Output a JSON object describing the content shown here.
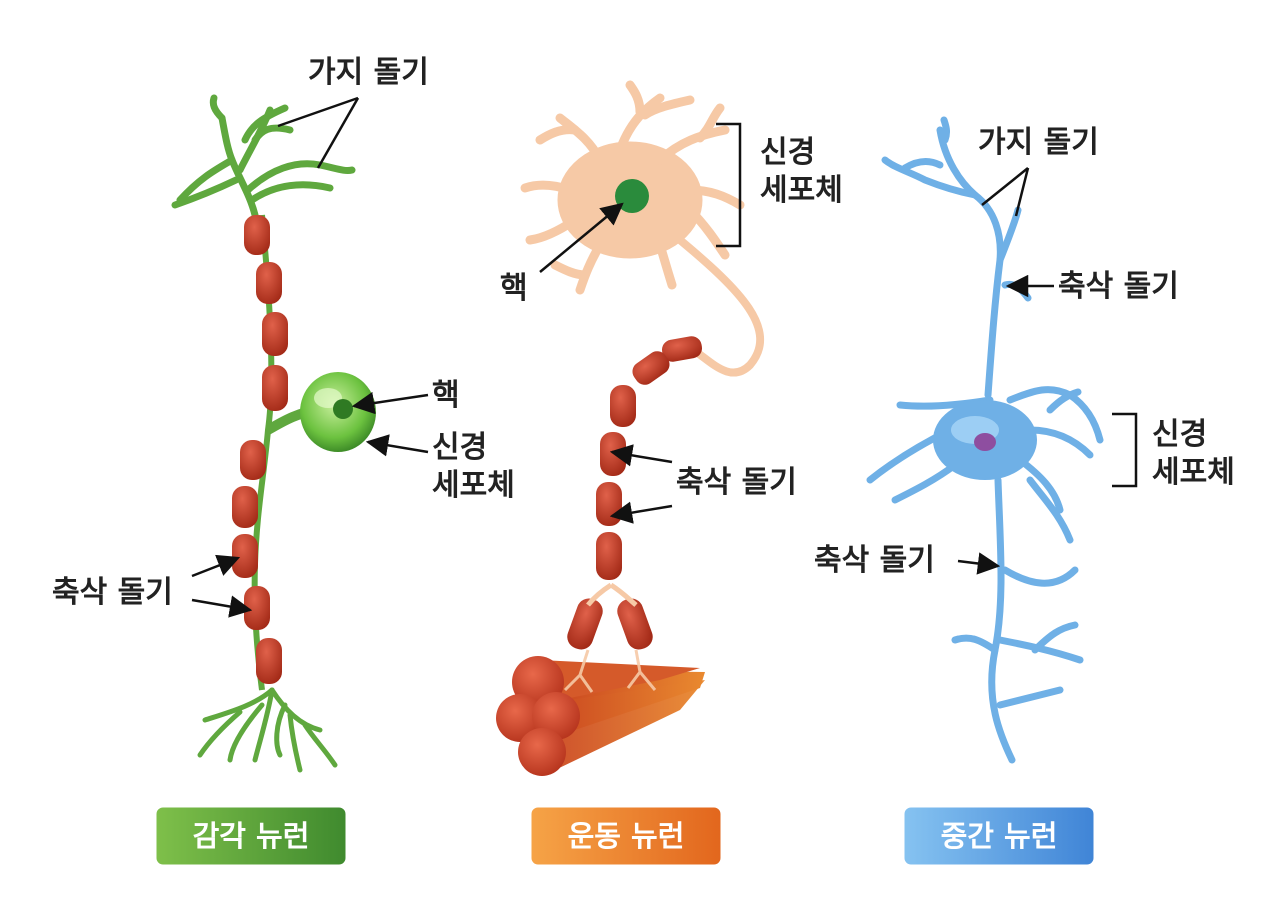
{
  "colors": {
    "sensory": "#5fa83e",
    "motor_body": "#f6c9a6",
    "myelin": "#b8351f",
    "interneuron": "#6fb0e6",
    "label_text": "#222222"
  },
  "sensory": {
    "dendrite": "가지 돌기",
    "nucleus": "핵",
    "cell_body": [
      "신경",
      "세포체"
    ],
    "axon": "축삭 돌기",
    "tag": "감각 뉴런"
  },
  "motor": {
    "cell_body": [
      "신경",
      "세포체"
    ],
    "nucleus": "핵",
    "axon": "축삭 돌기",
    "tag": "운동 뉴런"
  },
  "inter": {
    "dendrite": "가지 돌기",
    "axon_top": "축삭 돌기",
    "cell_body": [
      "신경",
      "세포체"
    ],
    "axon_bottom": "축삭 돌기",
    "tag": "중간 뉴런"
  }
}
